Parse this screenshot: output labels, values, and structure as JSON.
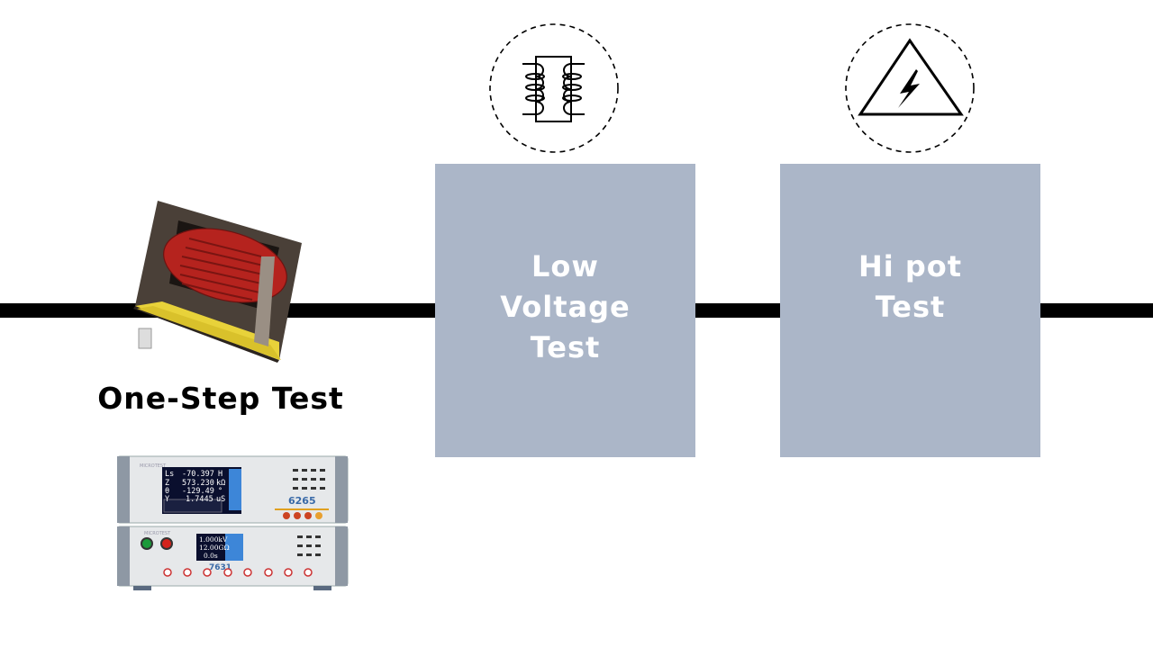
{
  "colors": {
    "box": "#abb6c8",
    "line": "#000000",
    "box_text": "#ffffff"
  },
  "product": {
    "caption": "One-Step Test",
    "image": "transformer-coil-image"
  },
  "instruments": {
    "top": {
      "model": "6265",
      "brand": "MICROTEST",
      "readings": [
        {
          "name": "Ls",
          "value": "-70.397",
          "unit": "H"
        },
        {
          "name": "Z",
          "value": "573.230",
          "unit": "kΩ"
        },
        {
          "name": "θ",
          "value": "-129.49",
          "unit": "°"
        },
        {
          "name": "Y",
          "value": "1.7445",
          "unit": "uS"
        }
      ]
    },
    "bottom": {
      "model": "7631",
      "brand": "MICROTEST",
      "readings": [
        "1.000kV",
        "12.00GΩ",
        "0.0s"
      ]
    }
  },
  "steps": [
    {
      "lines": [
        "Low",
        "Voltage",
        "Test"
      ],
      "icon": "transformer-icon"
    },
    {
      "lines": [
        "Hi pot",
        "Test"
      ],
      "icon": "high-voltage-warning-icon"
    }
  ]
}
